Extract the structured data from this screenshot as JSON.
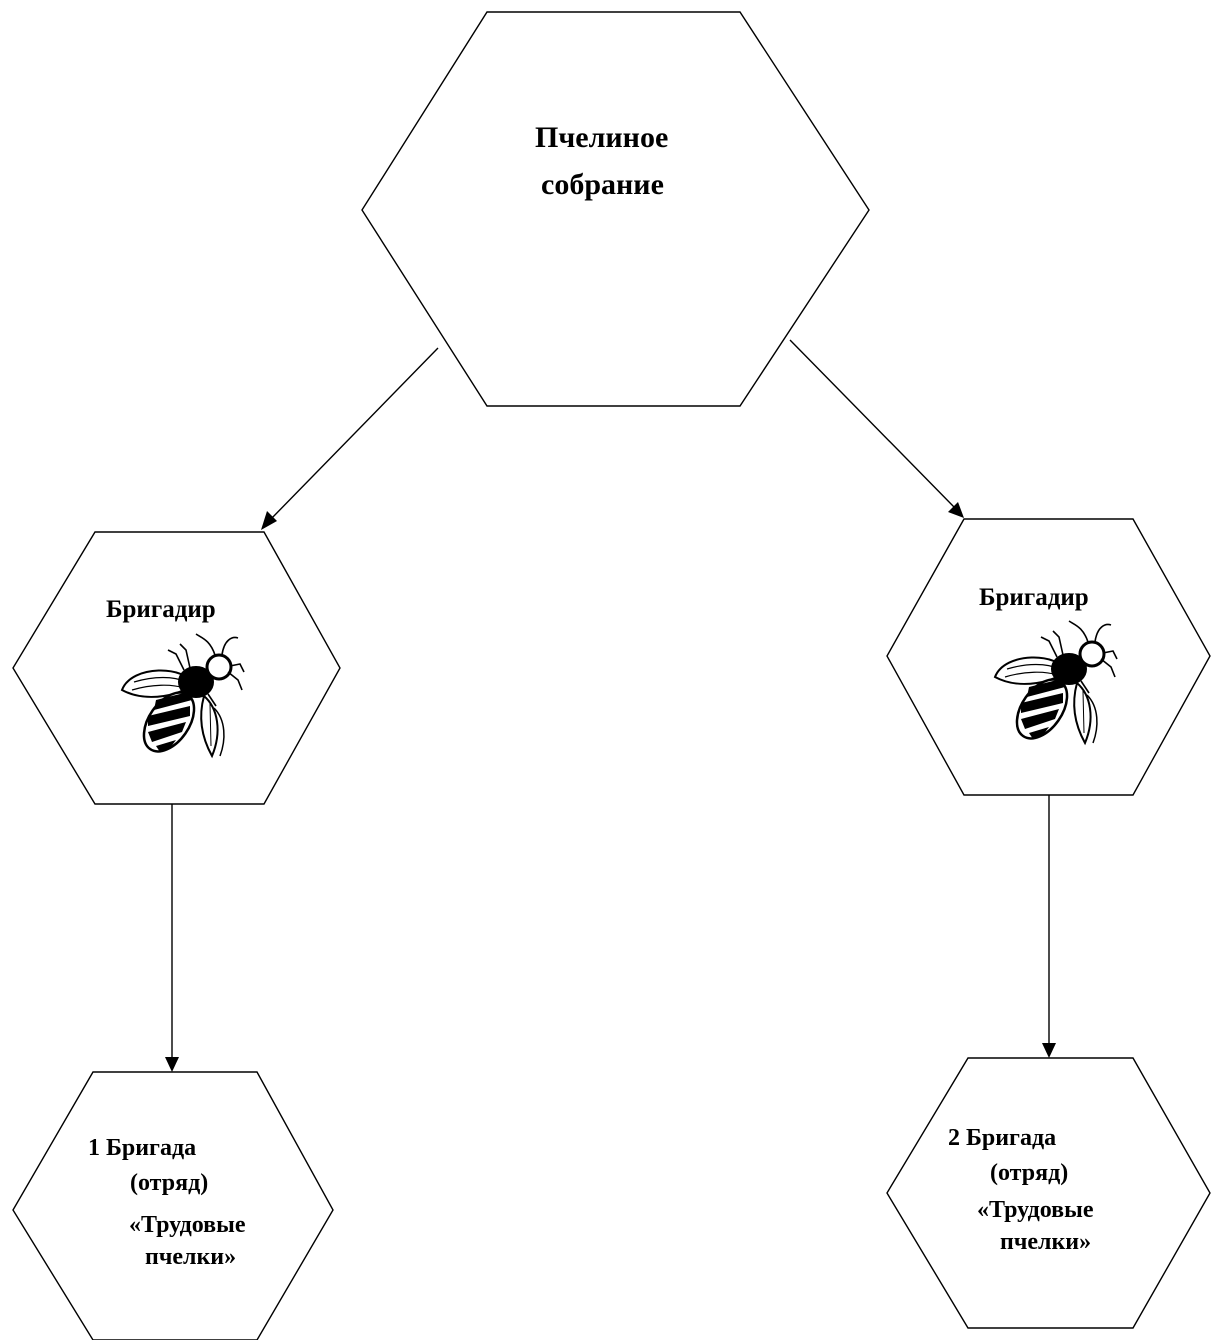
{
  "nodes": {
    "root": {
      "line1": "Пчелиное",
      "line2": "собрание"
    },
    "brigadier_left": {
      "label": "Бригадир",
      "icon": "bee-icon"
    },
    "brigadier_right": {
      "label": "Бригадир",
      "icon": "bee-icon"
    },
    "brigade_1": {
      "line1": "1 Бригада",
      "line2": "(отряд)",
      "line3": "«Трудовые",
      "line4": "пчелки»"
    },
    "brigade_2": {
      "line1": "2 Бригада",
      "line2": "(отряд)",
      "line3": "«Трудовые",
      "line4": "пчелки»"
    }
  },
  "colors": {
    "line": "#000000",
    "fill": "#ffffff"
  }
}
